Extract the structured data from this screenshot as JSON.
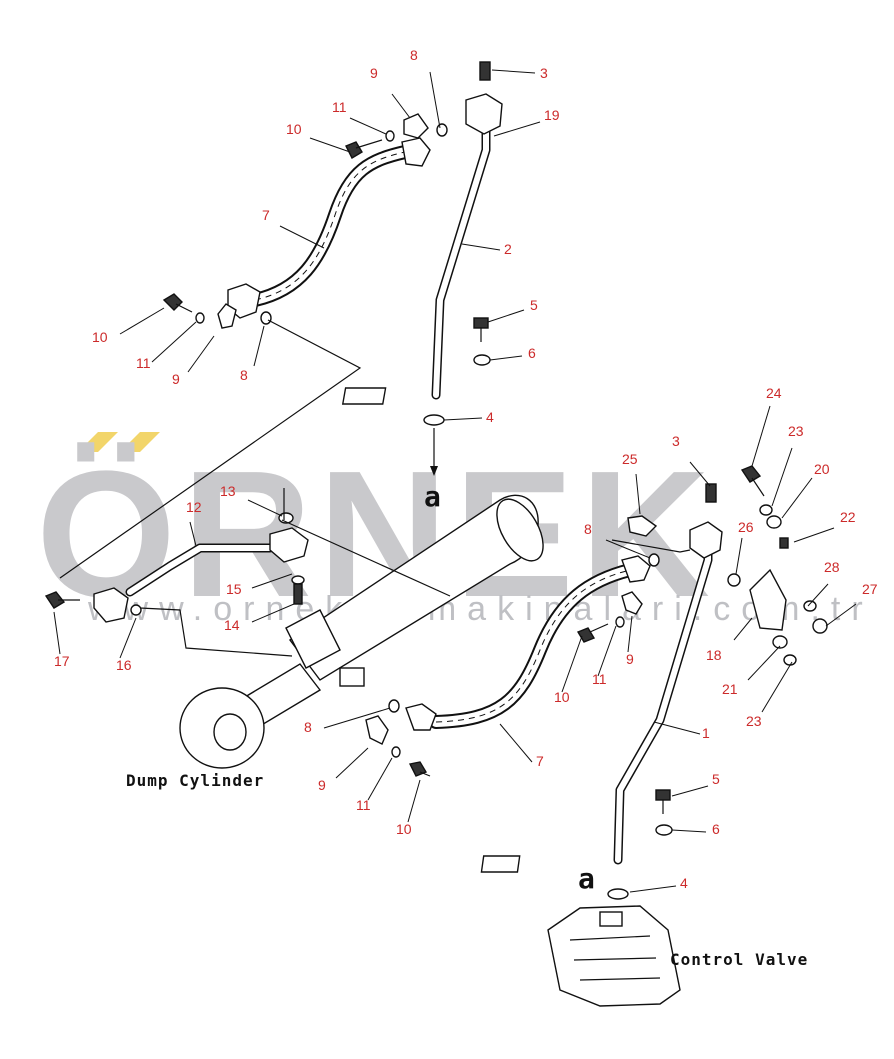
{
  "watermark": {
    "brand": "ÖRNEK",
    "url": "www.orneksismakinalari.com.tr",
    "brand_color": "#c9c9cc",
    "accent_color": "#f2d56a"
  },
  "component_labels": {
    "dump_cylinder": "Dump Cylinder",
    "control_valve": "Control Valve"
  },
  "connection_marks": {
    "upper": "a",
    "lower": "a"
  },
  "callouts": [
    {
      "id": "c-8-top",
      "text": "8"
    },
    {
      "id": "c-9-top",
      "text": "9"
    },
    {
      "id": "c-3-top",
      "text": "3"
    },
    {
      "id": "c-11-top",
      "text": "11"
    },
    {
      "id": "c-19",
      "text": "19"
    },
    {
      "id": "c-10-top",
      "text": "10"
    },
    {
      "id": "c-7-top",
      "text": "7"
    },
    {
      "id": "c-2",
      "text": "2"
    },
    {
      "id": "c-5-top",
      "text": "5"
    },
    {
      "id": "c-10-left",
      "text": "10"
    },
    {
      "id": "c-11-left",
      "text": "11"
    },
    {
      "id": "c-9-left",
      "text": "9"
    },
    {
      "id": "c-8-left",
      "text": "8"
    },
    {
      "id": "c-6-top",
      "text": "6"
    },
    {
      "id": "c-4-top",
      "text": "4"
    },
    {
      "id": "c-24",
      "text": "24"
    },
    {
      "id": "c-23-top",
      "text": "23"
    },
    {
      "id": "c-3-right",
      "text": "3"
    },
    {
      "id": "c-25",
      "text": "25"
    },
    {
      "id": "c-20",
      "text": "20"
    },
    {
      "id": "c-13",
      "text": "13"
    },
    {
      "id": "c-22",
      "text": "22"
    },
    {
      "id": "c-12",
      "text": "12"
    },
    {
      "id": "c-8-mid",
      "text": "8"
    },
    {
      "id": "c-26",
      "text": "26"
    },
    {
      "id": "c-28",
      "text": "28"
    },
    {
      "id": "c-27",
      "text": "27"
    },
    {
      "id": "c-15",
      "text": "15"
    },
    {
      "id": "c-14",
      "text": "14"
    },
    {
      "id": "c-9-mid",
      "text": "9"
    },
    {
      "id": "c-18",
      "text": "18"
    },
    {
      "id": "c-17",
      "text": "17"
    },
    {
      "id": "c-16",
      "text": "16"
    },
    {
      "id": "c-21",
      "text": "21"
    },
    {
      "id": "c-10-mid",
      "text": "10"
    },
    {
      "id": "c-11-mid",
      "text": "11"
    },
    {
      "id": "c-23-bot",
      "text": "23"
    },
    {
      "id": "c-1",
      "text": "1"
    },
    {
      "id": "c-8-low",
      "text": "8"
    },
    {
      "id": "c-7-low",
      "text": "7"
    },
    {
      "id": "c-9-low",
      "text": "9"
    },
    {
      "id": "c-5-low",
      "text": "5"
    },
    {
      "id": "c-11-low",
      "text": "11"
    },
    {
      "id": "c-6-low",
      "text": "6"
    },
    {
      "id": "c-10-low",
      "text": "10"
    },
    {
      "id": "c-4-low",
      "text": "4"
    }
  ]
}
